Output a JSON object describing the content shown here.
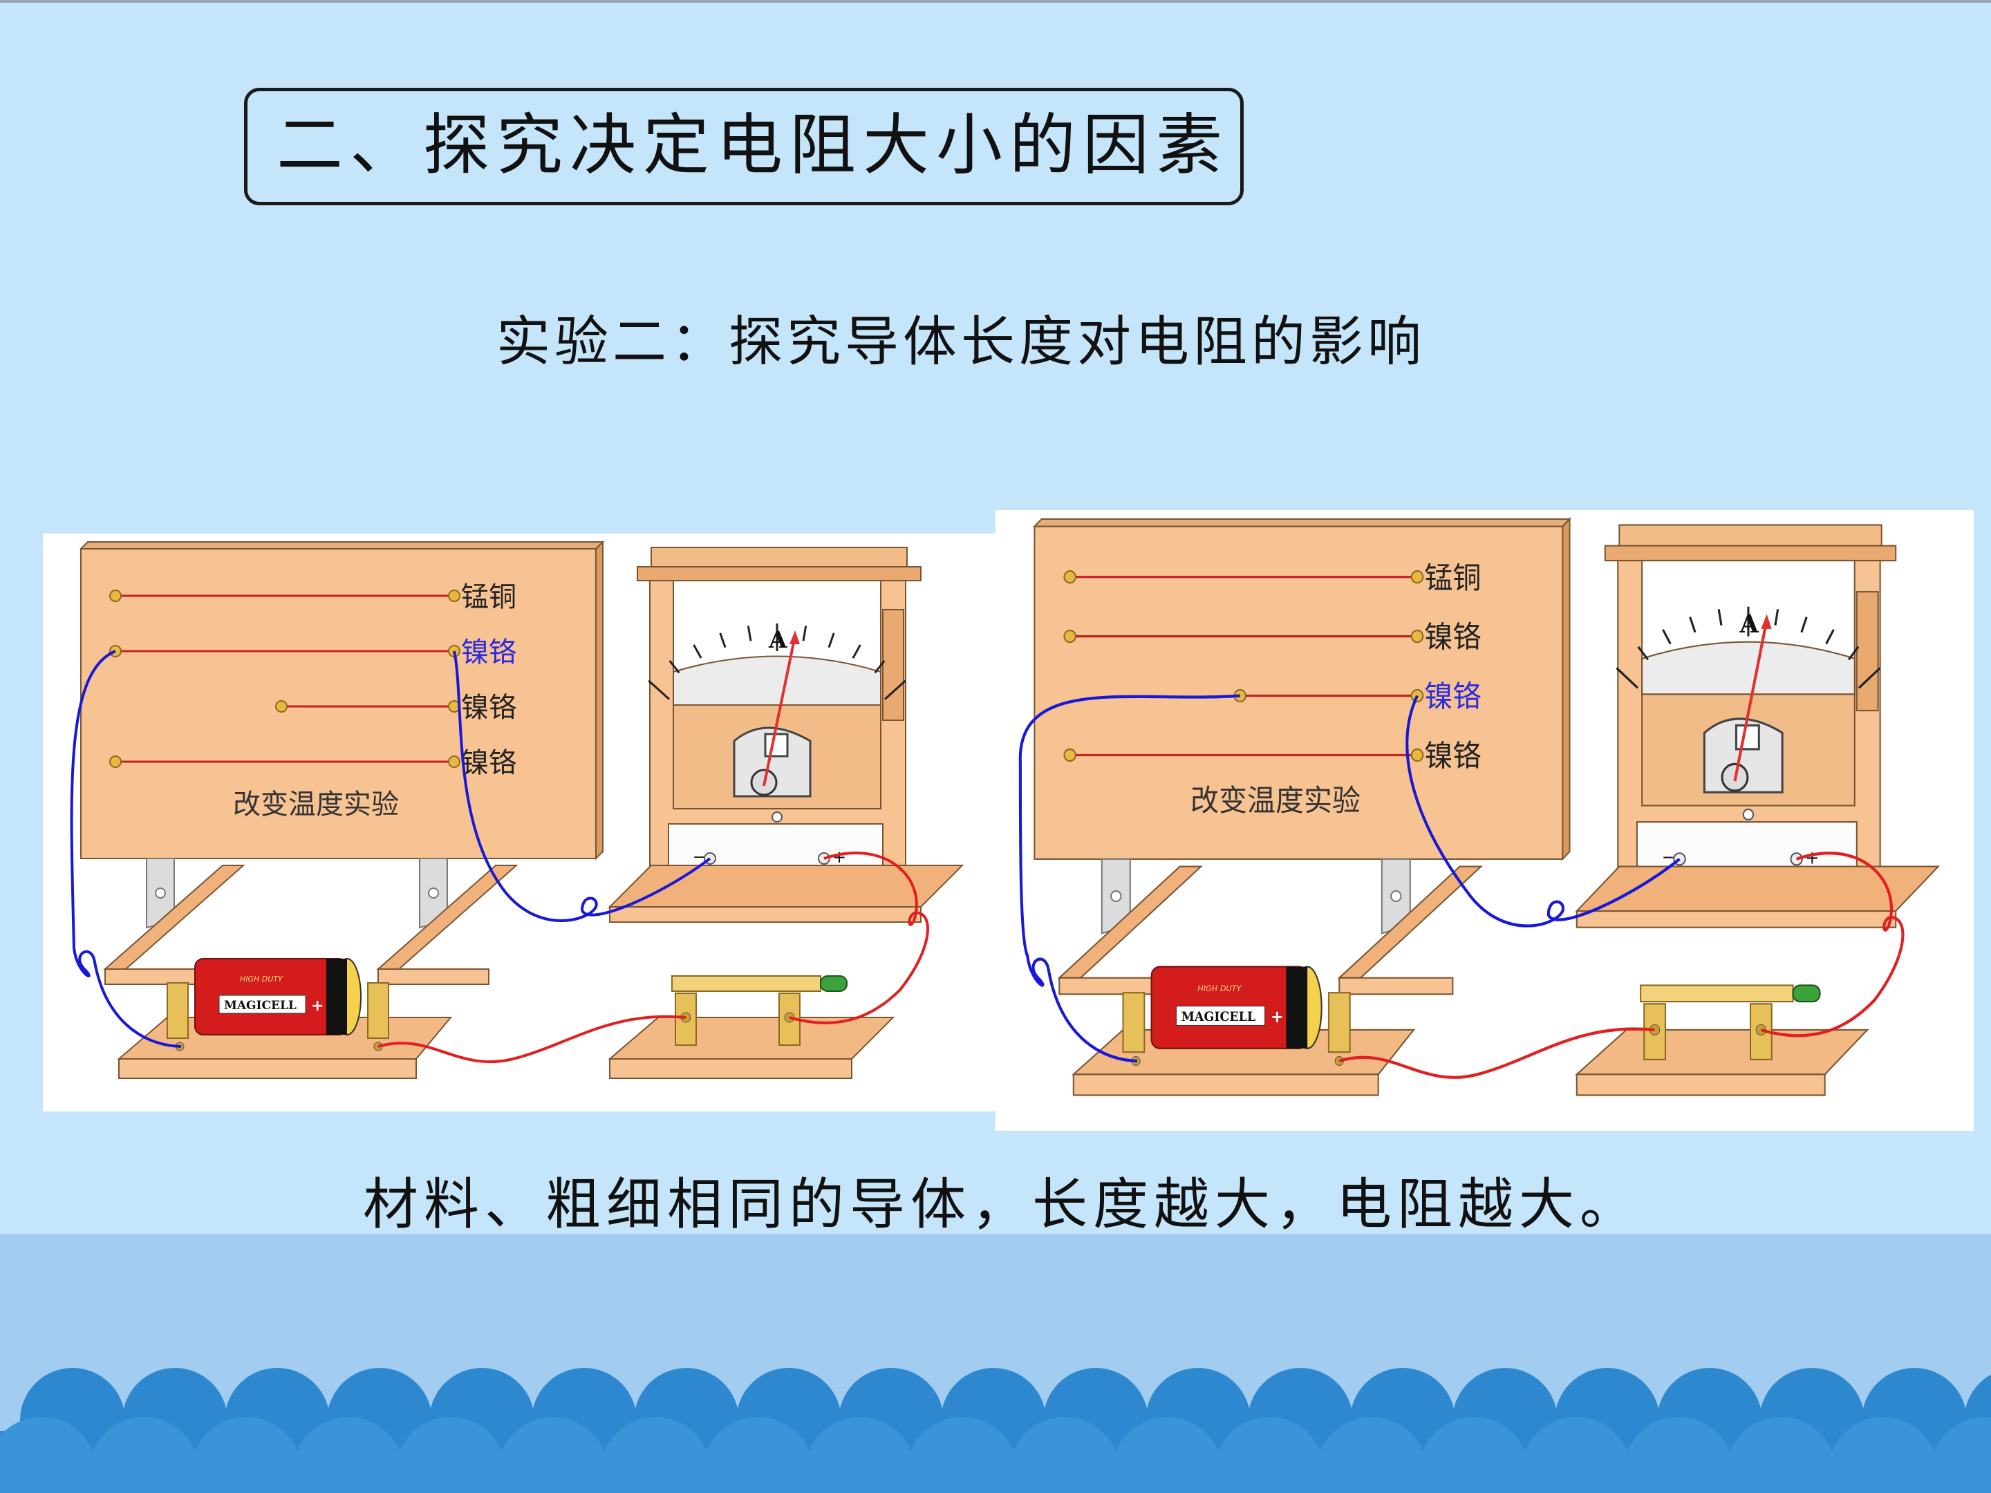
{
  "slide": {
    "title": "二、探究决定电阻大小的因素",
    "subtitle": "实验二：探究导体长度对电阻的影响",
    "conclusion": "材料、粗细相同的导体，长度越大，电阻越大。"
  },
  "apparatus": [
    {
      "board_label": "改变温度实验",
      "wire_labels": [
        "锰铜",
        "镍铬",
        "镍铬",
        "镍铬"
      ],
      "highlighted_wire": 2,
      "ammeter_symbol": "A",
      "ammeter_minus": "−",
      "ammeter_plus": "+",
      "battery_brand": "MAGICELL",
      "battery_top_text": "HIGH DUTY",
      "battery_plus": "+"
    },
    {
      "board_label": "改变温度实验",
      "wire_labels": [
        "锰铜",
        "镍铬",
        "镍铬",
        "镍铬"
      ],
      "highlighted_wire": 3,
      "ammeter_symbol": "A",
      "ammeter_minus": "−",
      "ammeter_plus": "+",
      "battery_brand": "MAGICELL",
      "battery_top_text": "HIGH DUTY",
      "battery_plus": "+"
    }
  ],
  "colors": {
    "background": "#c5e6fa",
    "band": "#a2cdf0",
    "wave": "#2d88d0",
    "board": "#f7c392",
    "highlight_label": "#2a2ae0",
    "wire_red": "#e02020",
    "wire_blue": "#1818d8"
  }
}
